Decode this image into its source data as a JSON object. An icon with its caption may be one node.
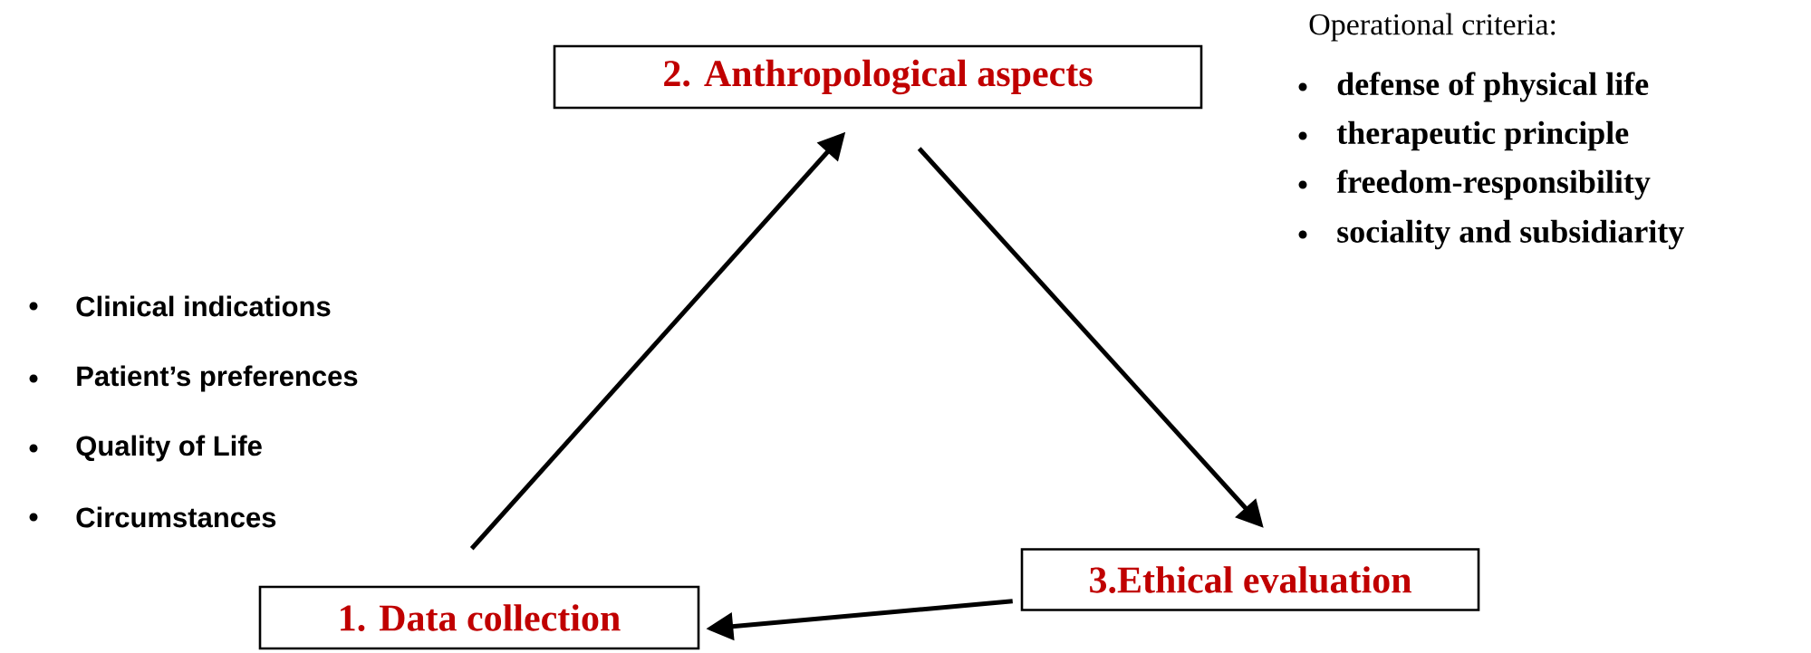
{
  "diagram": {
    "nodes": [
      {
        "text": [
          "1. Data collection"
        ]
      },
      {
        "text": [
          "2. Anthropological aspects"
        ]
      },
      {
        "text": [
          "3.Ethical evaluation"
        ]
      }
    ],
    "edges": [
      {
        "from": 0,
        "to": 1,
        "arrow": "to"
      },
      {
        "from": 1,
        "to": 2,
        "arrow": "to"
      },
      {
        "from": 2,
        "to": 0,
        "arrow": "to"
      }
    ],
    "labels": [
      "Operational criteria:",
      "defense of physical life",
      "therapeutic principle",
      "freedom-responsibility",
      "sociality and subsidiarity",
      "Clinical indications",
      "Patient’s preferences",
      "Quality of Life",
      "Circumstances"
    ]
  }
}
